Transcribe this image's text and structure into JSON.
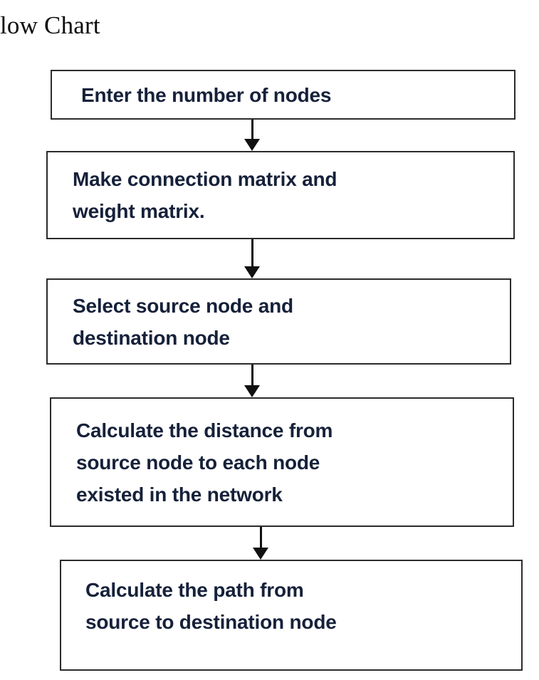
{
  "title": "low Chart",
  "chart_data": {
    "type": "diagram",
    "diagram_kind": "flowchart",
    "title": "low Chart",
    "orientation": "top-to-bottom",
    "background_color": "#ffffff",
    "box_border_color": "#2b2b2b",
    "box_fill_color": "#ffffff",
    "text_color": "#16213a",
    "arrow_color": "#111111",
    "nodes": [
      {
        "id": "node-1",
        "shape": "rectangle",
        "text": "Enter the number of nodes"
      },
      {
        "id": "node-2",
        "shape": "rectangle",
        "text": "Make connection matrix and\nweight matrix."
      },
      {
        "id": "node-3",
        "shape": "rectangle",
        "text": "Select source node and\ndestination node"
      },
      {
        "id": "node-4",
        "shape": "rectangle",
        "text": "Calculate the distance from\nsource node to each node\nexisted in the network"
      },
      {
        "id": "node-5",
        "shape": "rectangle",
        "text": "Calculate the path from\nsource to destination node"
      }
    ],
    "edges": [
      {
        "id": "arrow-1",
        "from": "node-1",
        "to": "node-2",
        "style": "solid-arrow",
        "label": ""
      },
      {
        "id": "arrow-2",
        "from": "node-2",
        "to": "node-3",
        "style": "solid-arrow",
        "label": ""
      },
      {
        "id": "arrow-3",
        "from": "node-3",
        "to": "node-4",
        "style": "solid-arrow",
        "label": ""
      },
      {
        "id": "arrow-4",
        "from": "node-4",
        "to": "node-5",
        "style": "solid-arrow",
        "label": ""
      }
    ]
  }
}
